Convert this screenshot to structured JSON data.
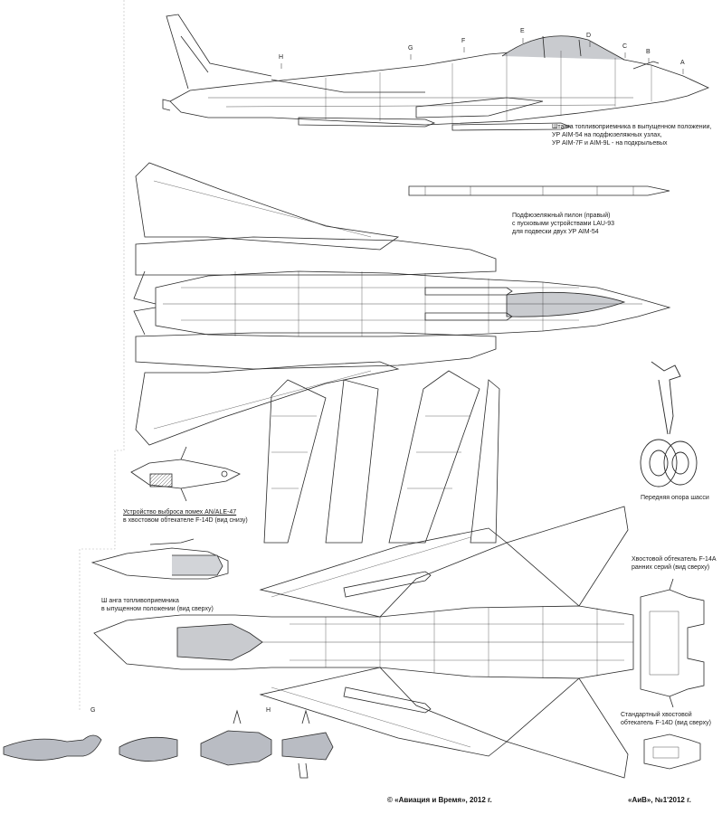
{
  "side_view": {
    "station_labels": [
      "A",
      "B",
      "C",
      "D",
      "E",
      "F",
      "G",
      "H"
    ],
    "caption": [
      "Штанга топливоприемника в выпущенном положении,",
      "УР AIM-54 на подфюзеляжных узлах,",
      "УР AIM-7F и AIM-9L - на подкрыльевых"
    ]
  },
  "pylon_caption": [
    "Подфюзеляжный пилон (правый)",
    "с пусковыми устройствами LAU-93",
    "для подвески двух УР AIM-54"
  ],
  "gear_caption": "Передняя опора шасси",
  "chaff_caption": [
    "Устройство выброса помех AN/ALE-47",
    "в хвостовом обтекателе F-14D (вид снизу)"
  ],
  "probe_caption": [
    "Ш анга топливоприемника",
    "в ыпущенном положении (вид сверху)"
  ],
  "tail_fairing_a_caption": [
    "Хвостовой обтекатель F-14A",
    "ранних серий (вид сверху)"
  ],
  "tail_fairing_d_caption": [
    "Стандартный хвостовой",
    "обтекатель F-14D (вид сверху)"
  ],
  "section_labels": [
    "G",
    "H"
  ],
  "credits": {
    "copyright": "© «Авиация и Время», 2012 г.",
    "issue": "«АиВ», №1'2012 г."
  },
  "colors": {
    "line": "#2a2a2a",
    "section_fill": "#b9bcc3",
    "canopy_fill": "#c9cbcf",
    "background": "#ffffff"
  }
}
